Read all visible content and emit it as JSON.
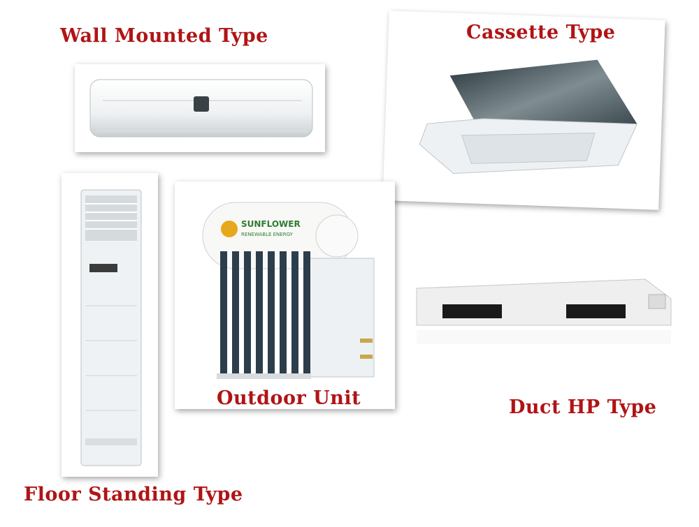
{
  "labels": {
    "wall_mounted": "Wall Mounted Type",
    "cassette": "Cassette Type",
    "outdoor_unit": "Outdoor Unit",
    "duct_hp": "Duct HP Type",
    "floor_standing": "Floor Standing Type"
  },
  "logo": {
    "brand_text": "SUNFLOWER",
    "sub_text": "RENEWABLE ENERGY"
  },
  "colors": {
    "label_red": "#b01416",
    "panel_white": "#f4f6f7",
    "collector_tube": "#2c3e4c"
  }
}
